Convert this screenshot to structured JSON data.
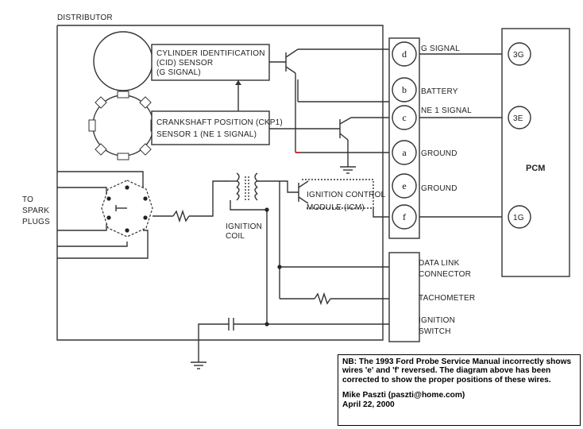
{
  "labels": {
    "distributor": "DISTRIBUTOR",
    "cid_sensor": [
      "CYLINDER IDENTIFICATION",
      "(CID) SENSOR",
      "(G SIGNAL)"
    ],
    "ckp_sensor": [
      "CRANKSHAFT POSITION (CKP1)",
      "SENSOR 1 (NE 1 SIGNAL)"
    ],
    "to_spark_plugs": [
      "TO",
      "SPARK",
      "PLUGS"
    ],
    "ignition_coil": [
      "IGNITION",
      "COIL"
    ],
    "icm": [
      "IGNITION CONTROL",
      "MODULE (ICM)"
    ],
    "pcm": "PCM"
  },
  "connector_terminals": [
    {
      "id": "d",
      "label": "G SIGNAL"
    },
    {
      "id": "b",
      "label": "BATTERY"
    },
    {
      "id": "c",
      "label": "NE 1 SIGNAL"
    },
    {
      "id": "a",
      "label": "GROUND"
    },
    {
      "id": "e",
      "label": "GROUND"
    },
    {
      "id": "f",
      "label": ""
    }
  ],
  "external_terminals": [
    {
      "id": "A",
      "label": [
        "DATA LINK",
        "CONNECTOR"
      ]
    },
    {
      "id": "B",
      "label": [
        "TACHOMETER"
      ]
    },
    {
      "id": "C",
      "label": [
        "IGNITION",
        "SWITCH"
      ]
    }
  ],
  "pcm_pins": [
    "3G",
    "3E",
    "1G"
  ],
  "note": {
    "text": "NB: The 1993 Ford Probe Service Manual incorrectly shows wires 'e' and 'f' reversed. The diagram above has been corrected to show the proper positions of these wires.",
    "author": "Mike Paszti (paszti@home.com)",
    "date": "April 22, 2000"
  }
}
